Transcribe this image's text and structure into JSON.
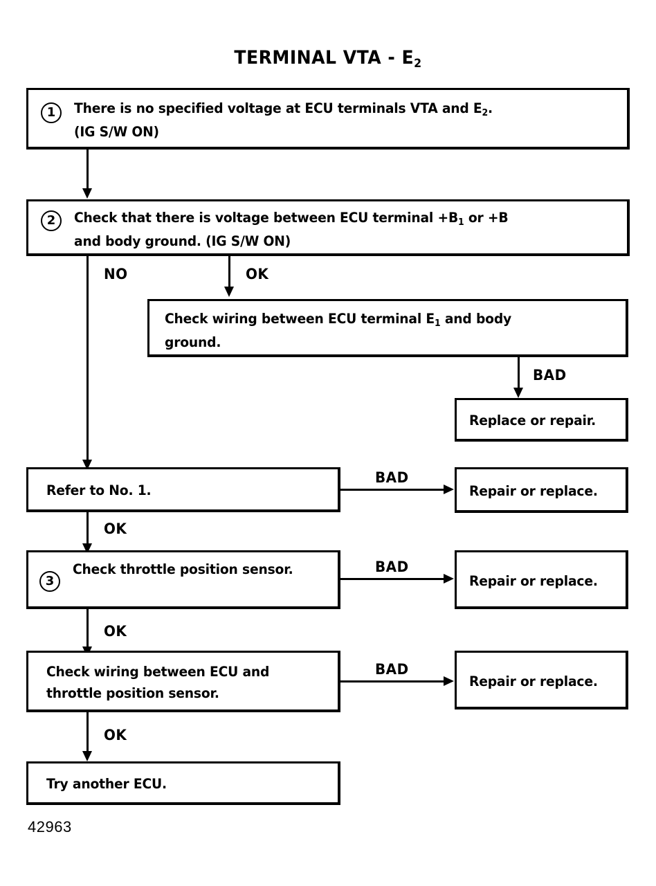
{
  "page": {
    "title_prefix": "TERMINAL VTA - E",
    "title_sub": "2",
    "figure_reference": "42963",
    "ink_color": "#000000",
    "background_color": "#ffffff"
  },
  "nodes": {
    "step1": {
      "number": "1",
      "line1_a": "There is no specified voltage at ECU terminals VTA and E",
      "line1_sub": "2",
      "line1_b": ".",
      "line2": "(IG S/W ON)"
    },
    "step2": {
      "number": "2",
      "line1_a": "Check that there is voltage between ECU terminal +B",
      "line1_sub": "1",
      "line1_b": " or +B",
      "line2": "and body ground. (IG S/W ON)"
    },
    "check_ground_wiring": {
      "line1_a": "Check wiring between ECU terminal E",
      "line1_sub": "1",
      "line1_b": " and body",
      "line2": "ground."
    },
    "replace_or_repair": {
      "label": "Replace or repair."
    },
    "refer_no1": {
      "label": "Refer to No. 1."
    },
    "repair_or_replace_1": {
      "label": "Repair or replace."
    },
    "step3": {
      "number": "3",
      "label": "Check throttle position sensor."
    },
    "repair_or_replace_2": {
      "label": "Repair or replace."
    },
    "check_tps_wiring": {
      "line1": "Check wiring between ECU and",
      "line2": "throttle position sensor."
    },
    "repair_or_replace_3": {
      "label": "Repair or replace."
    },
    "try_another_ecu": {
      "label": "Try another ECU."
    }
  },
  "edges": {
    "step2_no": "NO",
    "step2_ok": "OK",
    "ground_wiring_bad": "BAD",
    "refer_no1_bad": "BAD",
    "refer_no1_ok": "OK",
    "step3_bad": "BAD",
    "step3_ok": "OK",
    "tps_wiring_bad": "BAD",
    "tps_wiring_ok": "OK"
  }
}
